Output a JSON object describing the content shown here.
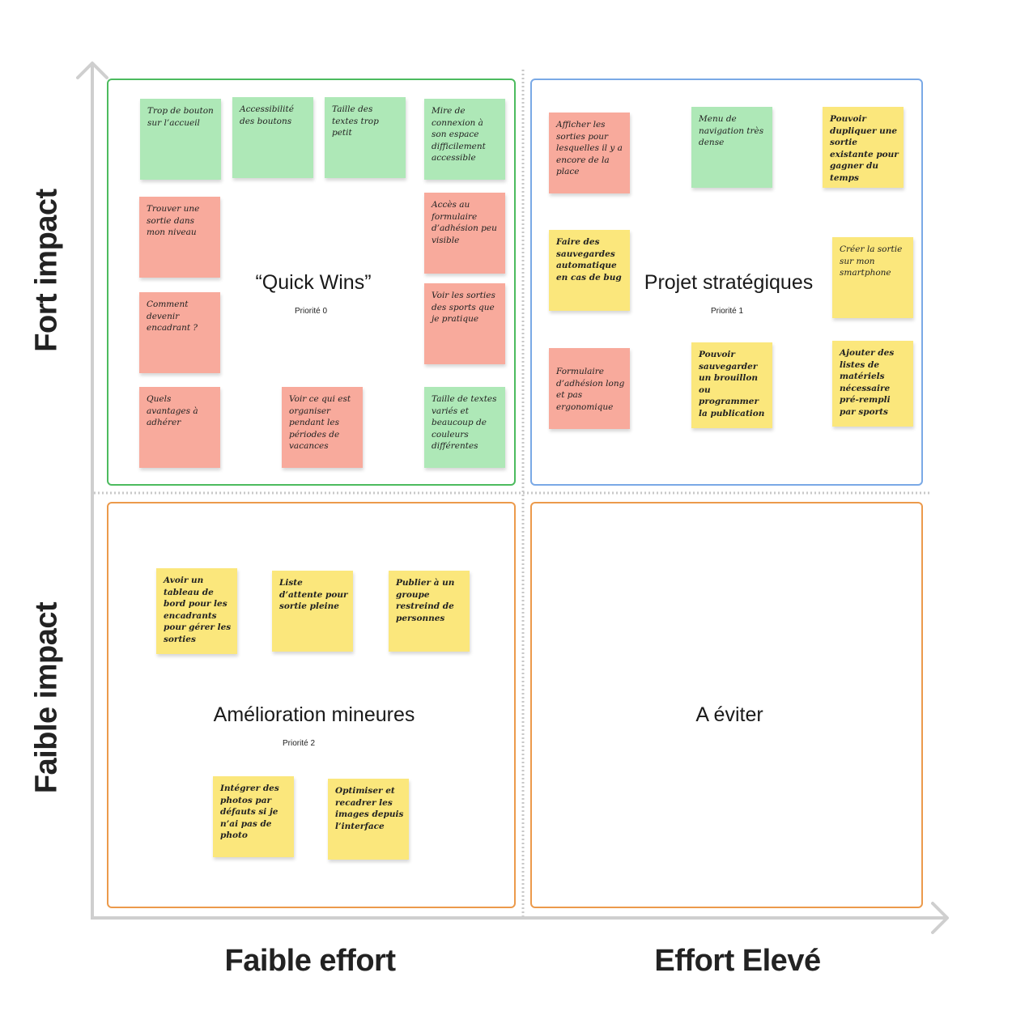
{
  "axes": {
    "y_high": "Fort impact",
    "y_low": "Faible impact",
    "x_low": "Faible effort",
    "x_high": "Effort Elevé"
  },
  "quadrants": {
    "quick_wins": {
      "title": "“Quick Wins”",
      "subtitle": "Priorité 0"
    },
    "strategic": {
      "title": "Projet stratégiques",
      "subtitle": "Priorité 1"
    },
    "minor": {
      "title": "Amélioration mineures",
      "subtitle": "Priorité 2"
    },
    "avoid": {
      "title": "A éviter"
    }
  },
  "colors": {
    "green_note": "#aee8b7",
    "red_note": "#f8aa9c",
    "yellow_note": "#fbe77c",
    "quick_wins_border": "#4cbb5e",
    "strategic_border": "#7aa9e6",
    "low_impact_border": "#ec9a4b"
  },
  "notes": {
    "qw_1": "Trop de bouton sur l’accueil",
    "qw_2": "Accessibilité des boutons",
    "qw_3": "Taille des textes trop petit",
    "qw_4": "Mire de connexion à son espace difficilement accessible",
    "qw_5": "Trouver une sortie dans mon niveau",
    "qw_6": "Accès au formulaire d’adhésion peu visible",
    "qw_7": "Comment devenir encadrant ?",
    "qw_8": "Voir les sorties des sports que je pratique",
    "qw_9": "Quels avantages à adhérer",
    "qw_10": "Voir ce qui est organiser pendant les périodes de vacances",
    "qw_11": "Taille de textes variés et beaucoup de couleurs différentes",
    "st_1": "Afficher les sorties pour lesquelles il y a encore de la place",
    "st_2": "Menu de navigation très dense",
    "st_3": "Pouvoir dupliquer une sortie existante pour gagner du temps",
    "st_4": "Faire des sauvegardes automatique en cas de bug",
    "st_5": "Créer la sortie sur mon smartphone",
    "st_6": "Formulaire d’adhésion long et pas ergonomique",
    "st_7": "Pouvoir sauvegarder un brouillon ou programmer la publication",
    "st_8": "Ajouter des listes de matériels nécessaire pré-rempli par sports",
    "mi_1": "Avoir un tableau de bord pour les encadrants pour gérer les sorties",
    "mi_2": "Liste d’attente pour sortie pleine",
    "mi_3": "Publier à un groupe restreind de personnes",
    "mi_4": "Intégrer des photos par défauts si je n’ai pas de photo",
    "mi_5": "Optimiser et recadrer les images depuis l’interface"
  }
}
